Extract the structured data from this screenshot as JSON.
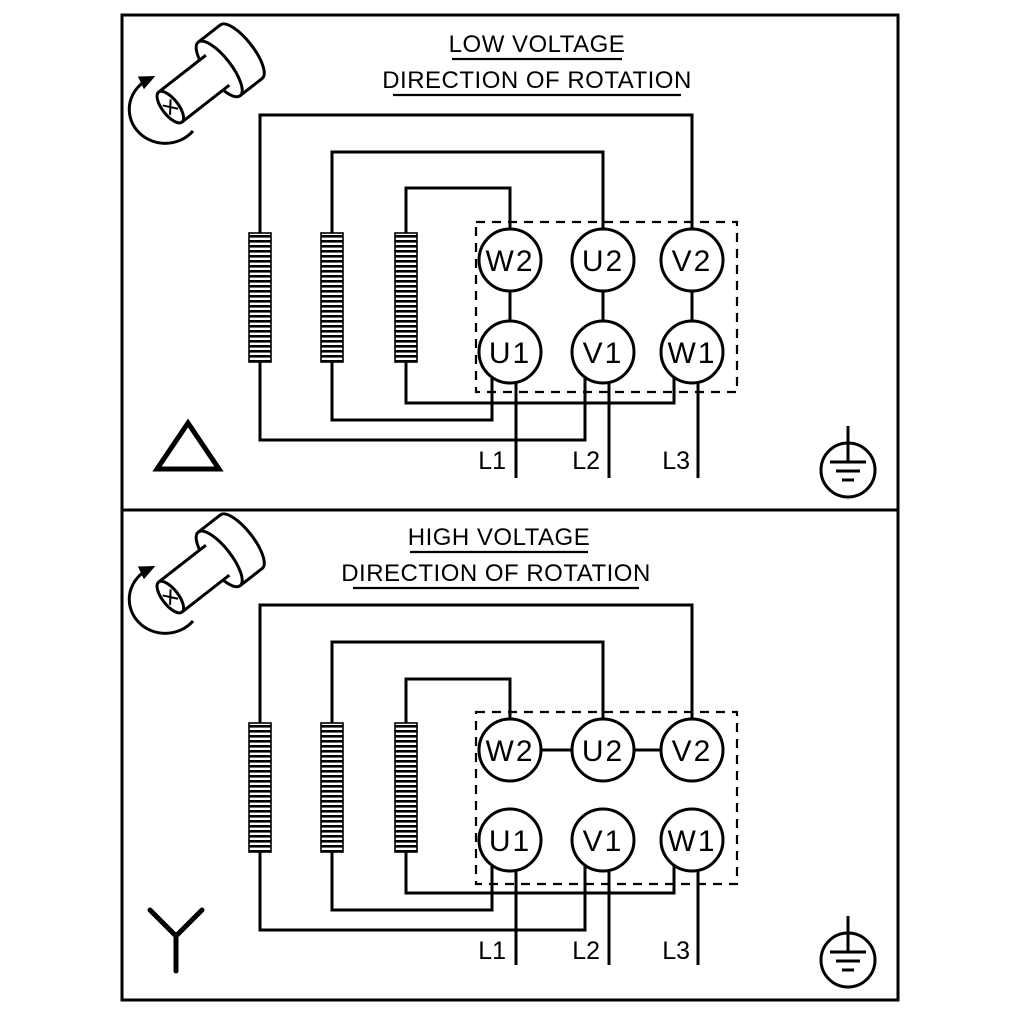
{
  "page": {
    "background": "#ffffff",
    "line_color": "#000000"
  },
  "panels": [
    {
      "name": "low-voltage",
      "title": "LOW VOLTAGE",
      "subtitle": "DIRECTION OF ROTATION",
      "connection_type": "delta",
      "terminals_top": [
        "W2",
        "U2",
        "V2"
      ],
      "terminals_bottom": [
        "U1",
        "V1",
        "W1"
      ],
      "leads": [
        "L1",
        "L2",
        "L3"
      ],
      "icons": [
        "shaft-rotation-direction-icon",
        "delta-connection-icon",
        "earth-ground-icon"
      ]
    },
    {
      "name": "high-voltage",
      "title": "HIGH VOLTAGE",
      "subtitle": "DIRECTION OF ROTATION",
      "connection_type": "star",
      "terminals_top": [
        "W2",
        "U2",
        "V2"
      ],
      "terminals_bottom": [
        "U1",
        "V1",
        "W1"
      ],
      "leads": [
        "L1",
        "L2",
        "L3"
      ],
      "icons": [
        "shaft-rotation-direction-icon",
        "star-connection-icon",
        "earth-ground-icon"
      ]
    }
  ]
}
